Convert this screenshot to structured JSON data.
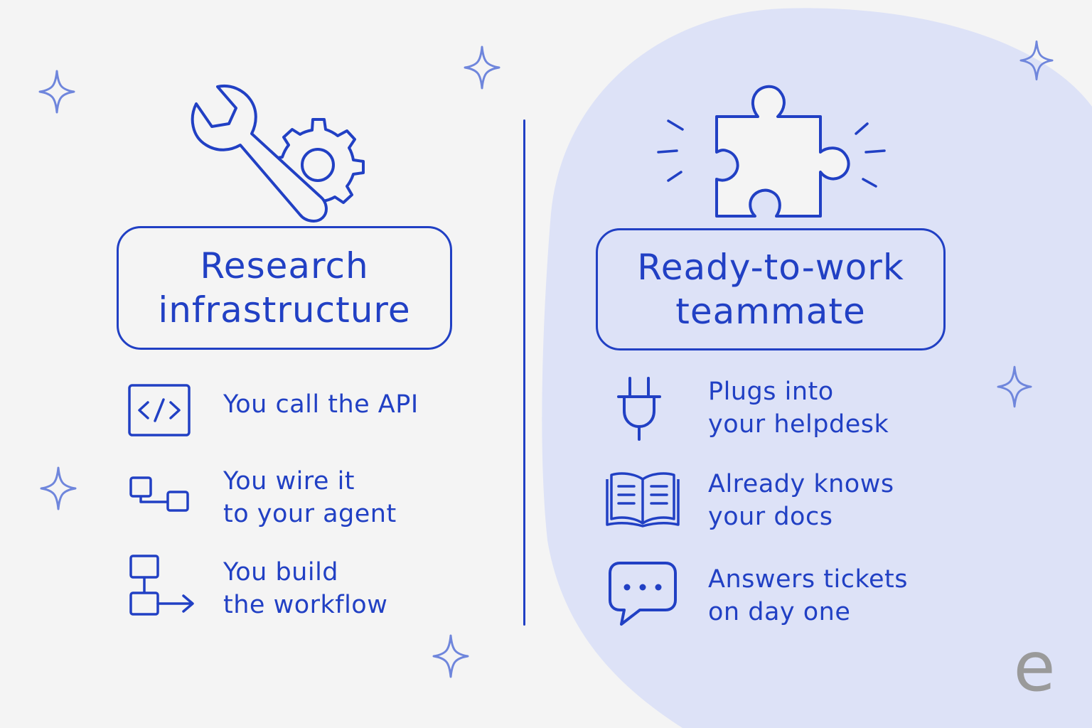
{
  "left_panel": {
    "title_lines": [
      "Research",
      "infrastructure"
    ],
    "items": [
      {
        "icon": "code-icon",
        "lines": [
          "You call the API"
        ]
      },
      {
        "icon": "connected-nodes-icon",
        "lines": [
          "You wire it",
          "to your agent"
        ]
      },
      {
        "icon": "workflow-icon",
        "lines": [
          "You build",
          "the workflow"
        ]
      }
    ]
  },
  "right_panel": {
    "title_lines": [
      "Ready-to-work",
      "teammate"
    ],
    "items": [
      {
        "icon": "plug-icon",
        "lines": [
          "Plugs into",
          "your helpdesk"
        ]
      },
      {
        "icon": "open-book-icon",
        "lines": [
          "Already knows",
          "your docs"
        ]
      },
      {
        "icon": "chat-bubble-icon",
        "lines": [
          "Answers tickets",
          "on day one"
        ]
      }
    ]
  },
  "header_icons": {
    "left": "wrench-and-gear-icon",
    "right": "puzzle-piece-icon"
  },
  "logo": {
    "letter": "e"
  },
  "colors": {
    "background": "#f4f4f4",
    "accent_blob": "#dde2f7",
    "ink": "#2140c4",
    "sparkle": "#6f86dc",
    "logo": "#9a9a9a"
  }
}
